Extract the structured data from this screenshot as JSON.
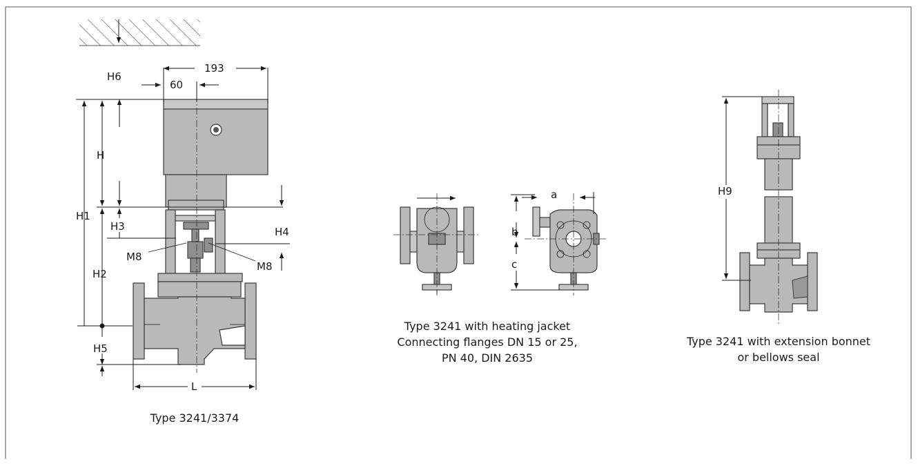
{
  "drawing": {
    "labels": {
      "d193": "193",
      "d60": "60",
      "H6": "H6",
      "H": "H",
      "H1": "H1",
      "H3": "H3",
      "H4": "H4",
      "M8_left": "M8",
      "M8_right": "M8",
      "H2": "H2",
      "H5": "H5",
      "L": "L",
      "a": "a",
      "b": "b",
      "c": "c",
      "H9": "H9"
    },
    "captions": {
      "left": "Type 3241/3374",
      "middle_line1": "Type 3241 with heating jacket",
      "middle_line2": "Connecting flanges DN 15 or 25,",
      "middle_line3": "PN 40, DIN 2635",
      "right_line1": "Type 3241 with extension bonnet",
      "right_line2": "or bellows seal"
    }
  }
}
